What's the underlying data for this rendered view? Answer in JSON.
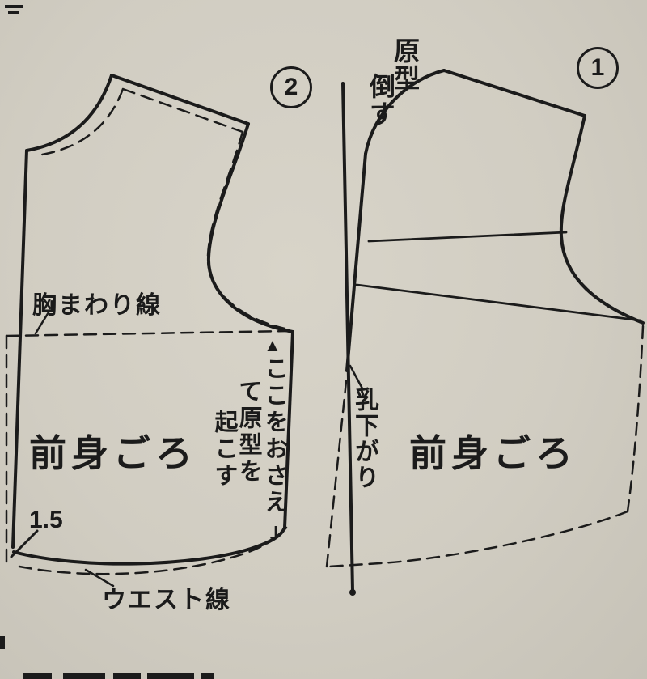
{
  "colors": {
    "paper": "#d1cdc2",
    "ink": "#1b1b1b"
  },
  "left_piece": {
    "badge": "2",
    "bust_line_label": "胸まわり線",
    "name": "前身ごろ",
    "measurement": "1.5",
    "waist_line_label": "ウエスト線",
    "note": {
      "marker_top": "▲",
      "col1": "ここをおさえ",
      "col2": "て原型を",
      "col3": "起こす",
      "marker_bottom": "」"
    }
  },
  "right_piece": {
    "badge": "1",
    "name": "前身ごろ",
    "tilt_note": {
      "col1": "原型",
      "col2": "倒す"
    },
    "bust_drop_label": "乳下がり"
  }
}
